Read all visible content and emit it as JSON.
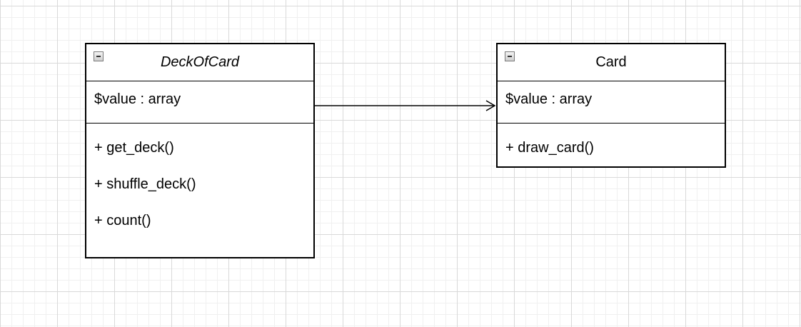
{
  "diagram": {
    "classes": [
      {
        "id": "deck",
        "name": "DeckOfCard",
        "name_style": "italic",
        "attributes": [
          "$value : array"
        ],
        "methods": [
          "+ get_deck()",
          "+ shuffle_deck()",
          "+ count()"
        ]
      },
      {
        "id": "card",
        "name": "Card",
        "name_style": "normal",
        "attributes": [
          "$value : array"
        ],
        "methods": [
          "+ draw_card()"
        ]
      }
    ],
    "relationships": [
      {
        "from": "DeckOfCard",
        "to": "Card",
        "type": "association",
        "arrow": "open"
      }
    ],
    "colors": {
      "line": "#000000",
      "box_fill": "#ffffff",
      "grid": "#d9d9d9"
    }
  }
}
